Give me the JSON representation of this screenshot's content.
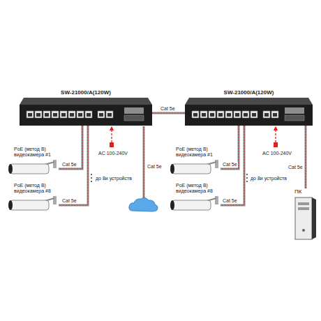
{
  "diagram": {
    "nodes": [
      {
        "text": [
          "SW-21000/A(120W)"
        ]
      },
      {
        "text": [
          "SW-21000/A(120W)"
        ]
      },
      {
        "text": [
          "PoE (метод B) видеокамера #1"
        ]
      },
      {
        "text": [
          "PoE (метод B) видеокамера #8"
        ]
      },
      {
        "text": [
          "PoE (метод B) видеокамера #1"
        ]
      },
      {
        "text": [
          "PoE (метод B) видеокамера #8"
        ]
      },
      {
        "text": [
          "ПК"
        ]
      }
    ],
    "edges": [
      {
        "from": 0,
        "to": 1,
        "label": "Cat 5e",
        "arrow": "none"
      },
      {
        "from": 0,
        "to": 2,
        "label": "Cat 5e",
        "arrow": "none"
      },
      {
        "from": 0,
        "to": 3,
        "label": "Cat 5e",
        "arrow": "none"
      },
      {
        "from": 1,
        "to": 4,
        "label": "Cat 5e",
        "arrow": "none"
      },
      {
        "from": 1,
        "to": 5,
        "label": "Cat 5e",
        "arrow": "none"
      },
      {
        "from": 1,
        "to": 6,
        "label": "Cat 5e",
        "arrow": "none"
      }
    ],
    "labels": [
      "до 8и устройств",
      "AC 100-240V",
      "Cat 5e",
      "до 8и устройств",
      "AC 100-240V"
    ]
  }
}
